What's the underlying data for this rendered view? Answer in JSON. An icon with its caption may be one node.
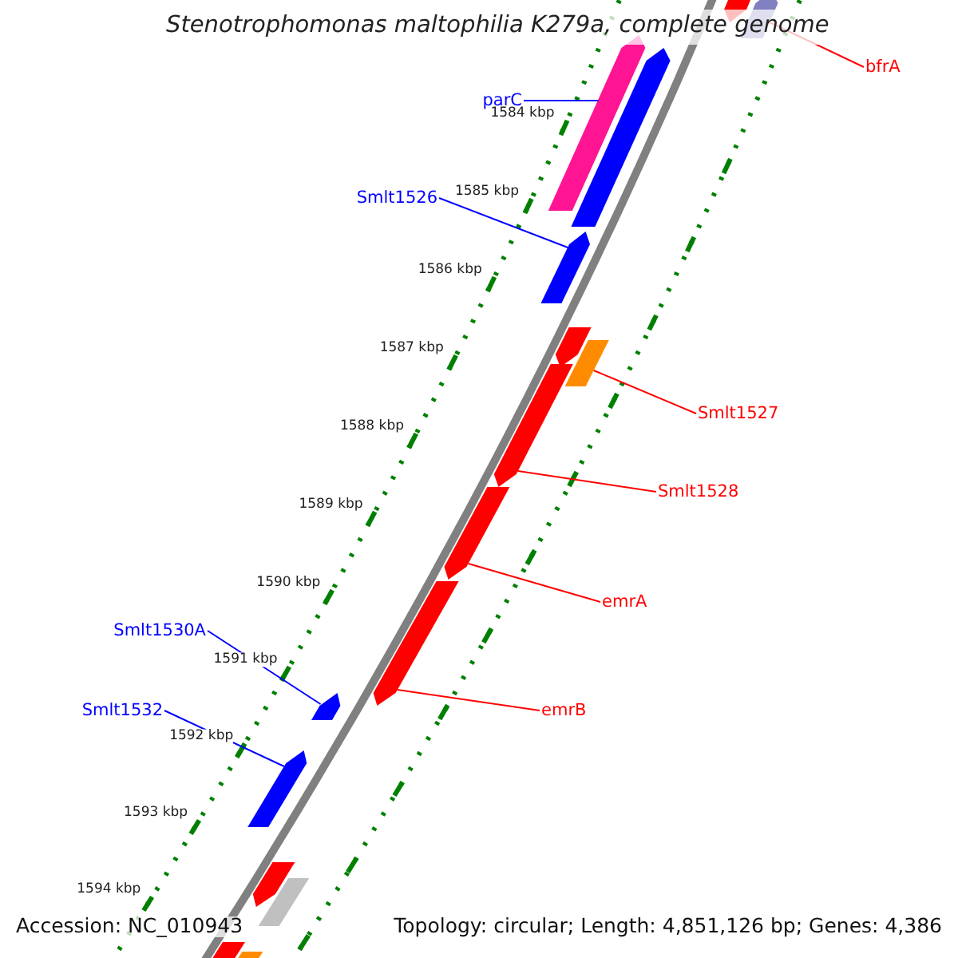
{
  "diagram": {
    "title": "Stenotrophomonas maltophilia K279a, complete genome",
    "nodes": [
      {
        "text": [
          "bfrA"
        ]
      },
      {
        "text": [
          "parC"
        ]
      },
      {
        "text": [
          "Smlt1526"
        ]
      },
      {
        "text": [
          "Smlt1527"
        ]
      },
      {
        "text": [
          "Smlt1528"
        ]
      },
      {
        "text": [
          "emrA"
        ]
      },
      {
        "text": [
          "Smlt1530A"
        ]
      },
      {
        "text": [
          "Smlt1532"
        ]
      },
      {
        "text": [
          "emrB"
        ]
      },
      {
        "text": [],
        "shape": "bar"
      },
      {
        "text": [],
        "shape": "bar"
      },
      {
        "text": [],
        "shape": "bar"
      },
      {
        "text": [],
        "shape": "bar"
      },
      {
        "text": [],
        "shape": "bar"
      },
      {
        "text": [],
        "shape": "bar"
      },
      {
        "text": [],
        "shape": "bar"
      },
      {
        "text": [],
        "shape": "bar"
      },
      {
        "text": [],
        "shape": "bar"
      },
      {
        "text": [],
        "shape": "bar"
      },
      {
        "text": [],
        "shape": "bar"
      },
      {
        "text": [],
        "shape": "bar"
      },
      {
        "text": [],
        "shape": "bar"
      },
      {
        "text": [],
        "shape": "box"
      },
      {
        "text": [],
        "shape": "box"
      },
      {
        "text": [],
        "shape": "box"
      }
    ],
    "edges": [
      {
        "from": 0,
        "to": 9,
        "arrow": "none",
        "color": "#ff0000"
      },
      {
        "from": 1,
        "to": 10,
        "arrow": "none",
        "color": "#0000ff"
      },
      {
        "from": 2,
        "to": 11,
        "arrow": "none",
        "color": "#0000ff"
      },
      {
        "from": 3,
        "to": 12,
        "arrow": "none",
        "color": "#ff0000"
      },
      {
        "from": 4,
        "to": 13,
        "arrow": "none",
        "color": "#ff0000"
      },
      {
        "from": 5,
        "to": 14,
        "arrow": "none",
        "color": "#ff0000"
      },
      {
        "from": 6,
        "to": 15,
        "arrow": "none",
        "color": "#0000ff"
      },
      {
        "from": 7,
        "to": 16,
        "arrow": "none",
        "color": "#0000ff"
      },
      {
        "from": 8,
        "to": 17,
        "arrow": "none",
        "color": "#ff0000"
      }
    ],
    "labels": [
      "1584 kbp",
      "1585 kbp",
      "1586 kbp",
      "1587 kbp",
      "1588 kbp",
      "1589 kbp",
      "1590 kbp",
      "1591 kbp",
      "1592 kbp",
      "1593 kbp",
      "1594 kbp",
      "Accession: NC_010943",
      "Topology: circular; Length: 4,851,126 bp; Genes: 4,386"
    ]
  }
}
